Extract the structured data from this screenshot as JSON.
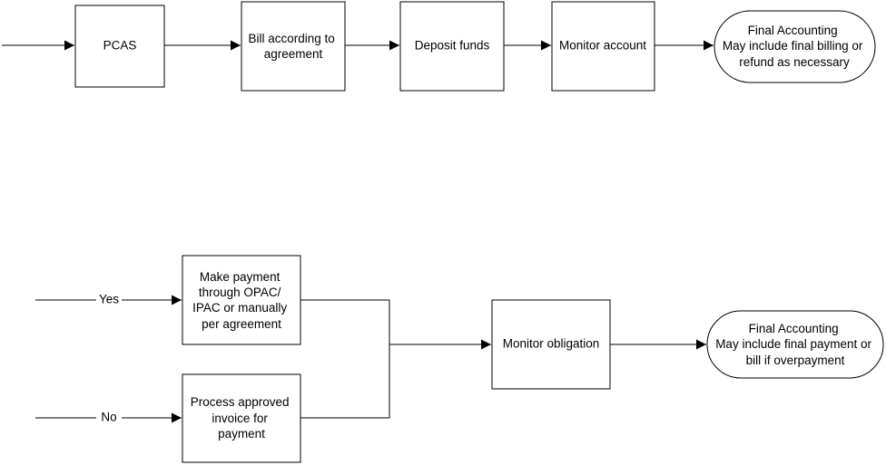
{
  "process_top": {
    "pcas": "PCAS",
    "bill": [
      "Bill according to",
      "agreement"
    ],
    "deposit": "Deposit funds",
    "monitor": "Monitor account",
    "final": [
      "Final Accounting",
      "May include final billing or",
      "refund as necessary"
    ]
  },
  "process_bottom": {
    "yes_label": "Yes",
    "no_label": "No",
    "payment": [
      "Make payment",
      "through OPAC/",
      "IPAC or manually",
      "per agreement"
    ],
    "invoice": [
      "Process approved",
      "invoice for",
      "payment"
    ],
    "monitor": "Monitor obligation",
    "final": [
      "Final Accounting",
      "May include final payment or",
      "bill if overpayment"
    ]
  },
  "colors": {
    "stroke": "#000000",
    "fill": "#ffffff"
  }
}
